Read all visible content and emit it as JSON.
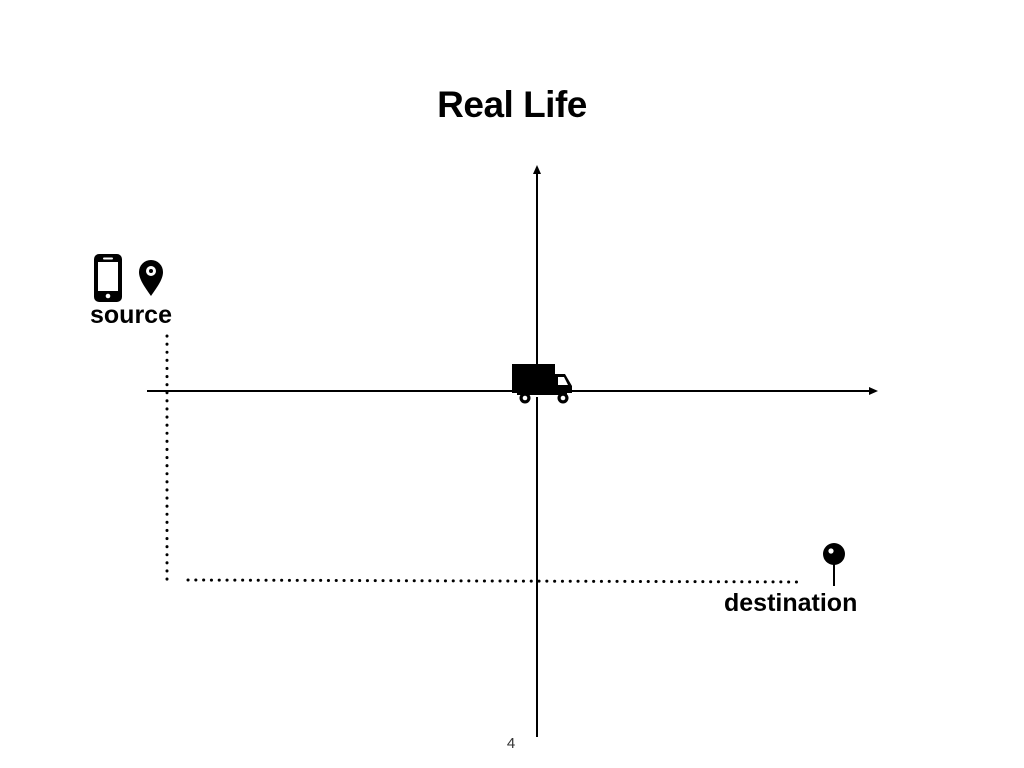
{
  "slide": {
    "title": "Real Life",
    "page_number": "4"
  },
  "labels": {
    "source": "source",
    "destination": "destination"
  },
  "icons": {
    "phone": "smartphone-icon",
    "source_marker": "map-pin-icon",
    "vehicle": "truck-icon",
    "destination_marker": "pushpin-icon"
  },
  "colors": {
    "foreground": "#000000",
    "background": "#ffffff"
  }
}
